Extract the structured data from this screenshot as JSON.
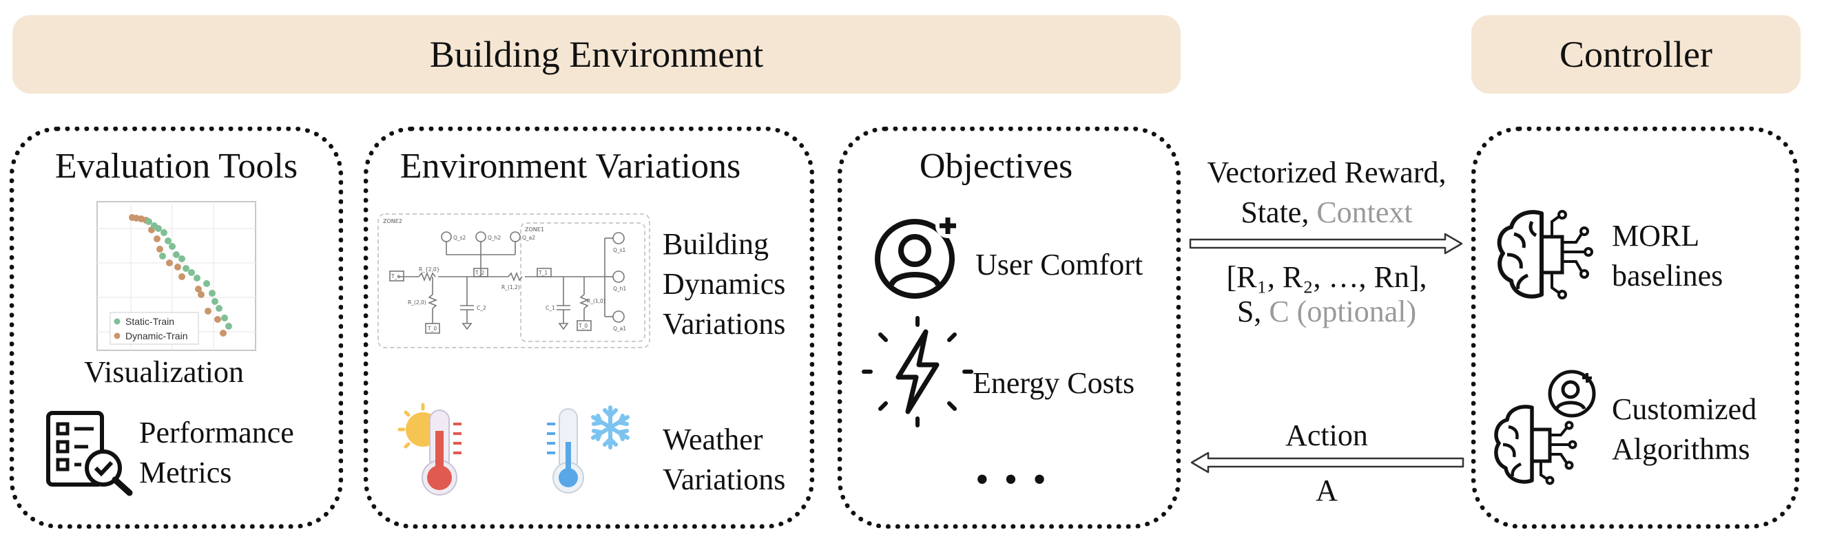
{
  "banners": {
    "environment": "Building Environment",
    "controller": "Controller"
  },
  "evaluation": {
    "title": "Evaluation Tools",
    "legend": [
      "Static-Train",
      "Dynamic-Train"
    ],
    "visualization_label": "Visualization",
    "metrics_label": [
      "Performance",
      "Metrics"
    ]
  },
  "variations": {
    "title": "Environment Variations",
    "dynamics_label": [
      "Building",
      "Dynamics",
      "Variations"
    ],
    "weather_label": [
      "Weather",
      "Variations"
    ],
    "circuit_text": {
      "zone2": "ZONE2",
      "zone1": "ZONE1",
      "t_e": "T_e",
      "r20": "R_{2,0}",
      "r20b": "R_(2,0)",
      "t2": "T_2",
      "c2": "C_2",
      "r12": "R_(1,2)",
      "t1": "T_1",
      "c1": "C_1",
      "r10": "R_(1,0)",
      "t0a": "T_0",
      "t0b": "T_0",
      "q_s2": "Q_s2",
      "q_h2": "Q_h2",
      "q_a2": "Q_a2",
      "q_s1": "Q_s1",
      "q_h1": "Q_h1",
      "q_a1": "Q_a1"
    },
    "colors": {
      "sun": "#f6c453",
      "thermo_hot": "#e05a4f",
      "thermo_cold": "#5aa7e8",
      "snow": "#7cc3f0"
    }
  },
  "objectives": {
    "title": "Objectives",
    "items": [
      "User Comfort",
      "Energy Costs"
    ],
    "more": "• • •"
  },
  "signals": {
    "reward_line1": "Vectorized Reward,",
    "reward_line2a": "State, ",
    "reward_line2b": "Context",
    "vector_line1": "[R₁, R₂, …, Rn],",
    "vector_line2a": "S, ",
    "vector_line2b": "C (optional)",
    "action_label": "Action",
    "action_symbol": "A"
  },
  "controller": {
    "items": [
      {
        "label": [
          "MORL",
          "baselines"
        ]
      },
      {
        "label": [
          "Customized",
          "Algorithms"
        ]
      }
    ]
  }
}
